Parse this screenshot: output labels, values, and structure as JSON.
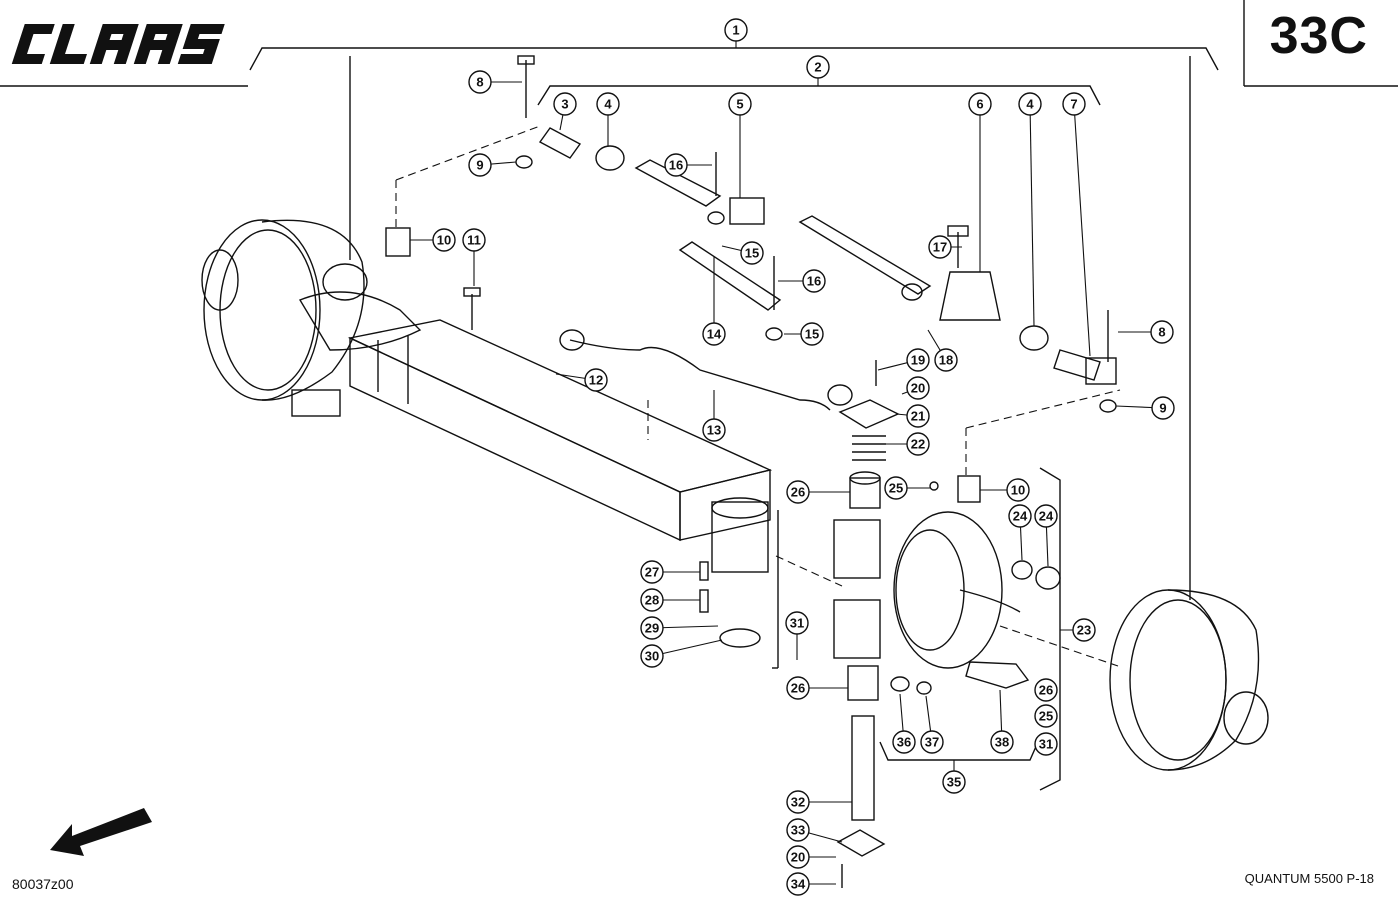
{
  "header": {
    "brand": "CLAAS",
    "sheet": "33C"
  },
  "footer": {
    "drawing_number": "80037z00",
    "model": "QUANTUM 5500 P-18"
  },
  "callouts": [
    "1",
    "2",
    "3",
    "4",
    "5",
    "6",
    "4",
    "7",
    "8",
    "9",
    "16",
    "15",
    "16",
    "15",
    "17",
    "18",
    "8",
    "9",
    "10",
    "11",
    "14",
    "12",
    "13",
    "19",
    "20",
    "21",
    "22",
    "25",
    "26",
    "10",
    "24",
    "24",
    "27",
    "28",
    "29",
    "30",
    "31",
    "23",
    "26",
    "36",
    "37",
    "38",
    "26",
    "25",
    "31",
    "35",
    "32",
    "33",
    "20",
    "34"
  ],
  "icons": {
    "direction": "direction-arrow-icon"
  },
  "colors": {
    "ink": "#111111",
    "paper": "#ffffff"
  }
}
